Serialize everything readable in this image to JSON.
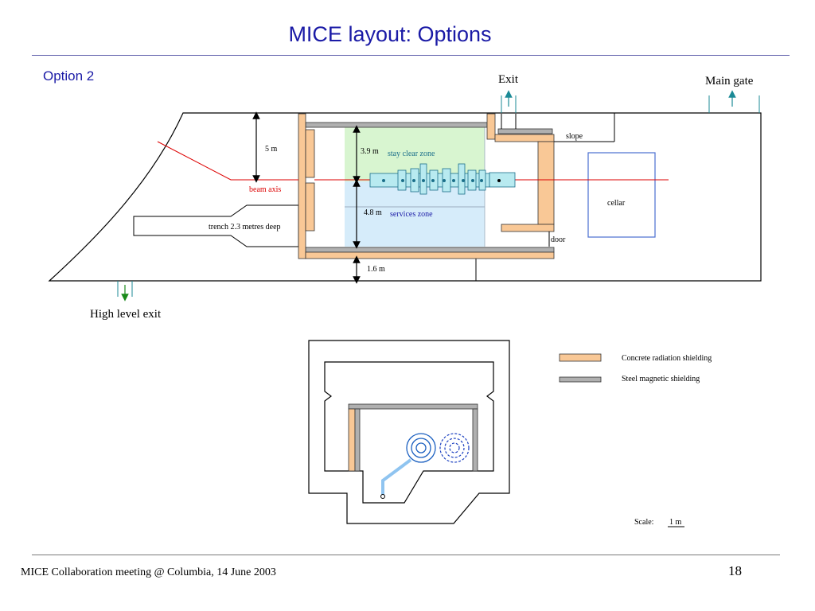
{
  "slide": {
    "title": "MICE layout: Options",
    "subtitle": "Option 2",
    "footer": "MICE Collaboration meeting @ Columbia, 14 June 2003",
    "page_number": "18"
  },
  "labels": {
    "exit": "Exit",
    "main_gate": "Main gate",
    "high_level_exit": "High level exit",
    "dim_5m": "5 m",
    "dim_39m": "3.9 m",
    "dim_48m": "4.8 m",
    "dim_16m": "1.6 m",
    "stay_clear_zone": "stay clear zone",
    "services_zone": "services zone",
    "beam_axis": "beam axis",
    "trench": "trench 2.3 metres deep",
    "slope": "slope",
    "cellar": "cellar",
    "door": "door"
  },
  "legend": {
    "concrete": "Concrete radiation shielding",
    "steel": "Steel magnetic shielding"
  },
  "scale": {
    "label": "Scale:",
    "value": "1 m"
  },
  "colors": {
    "title": "#1a1aa6",
    "concrete": "#f9c896",
    "steel": "#b0b0b0",
    "stay_clear_zone": "#d8f5d0",
    "services_zone": "#d6ecfa",
    "beam_axis": "#dd0000",
    "beamline": "#b8eaf0",
    "cellar": "#4a6fd0",
    "arrow_teal": "#1b8a96",
    "arrow_green": "#1a8a1a"
  }
}
